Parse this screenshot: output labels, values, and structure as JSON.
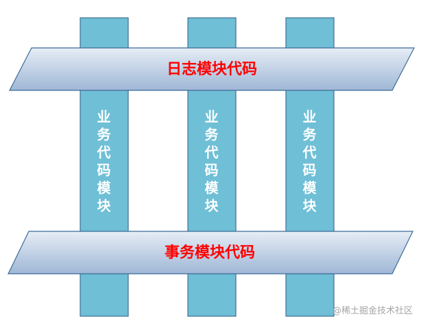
{
  "diagram": {
    "top_band": {
      "label": "日志模块代码"
    },
    "bottom_band": {
      "label": "事务模块代码"
    },
    "columns": [
      {
        "label": "业务代码模块"
      },
      {
        "label": "业务代码模块"
      },
      {
        "label": "业务代码模块"
      }
    ],
    "colors": {
      "column_fill": "#6fbfd6",
      "column_stroke": "#3f6f93",
      "band_light": "#e6edf6",
      "band_dark": "#9fb7d6",
      "band_stroke": "#3b6a96",
      "band_text": "#ff0000",
      "column_text": "#ffffff"
    }
  },
  "watermark": "@稀土掘金技术社区"
}
